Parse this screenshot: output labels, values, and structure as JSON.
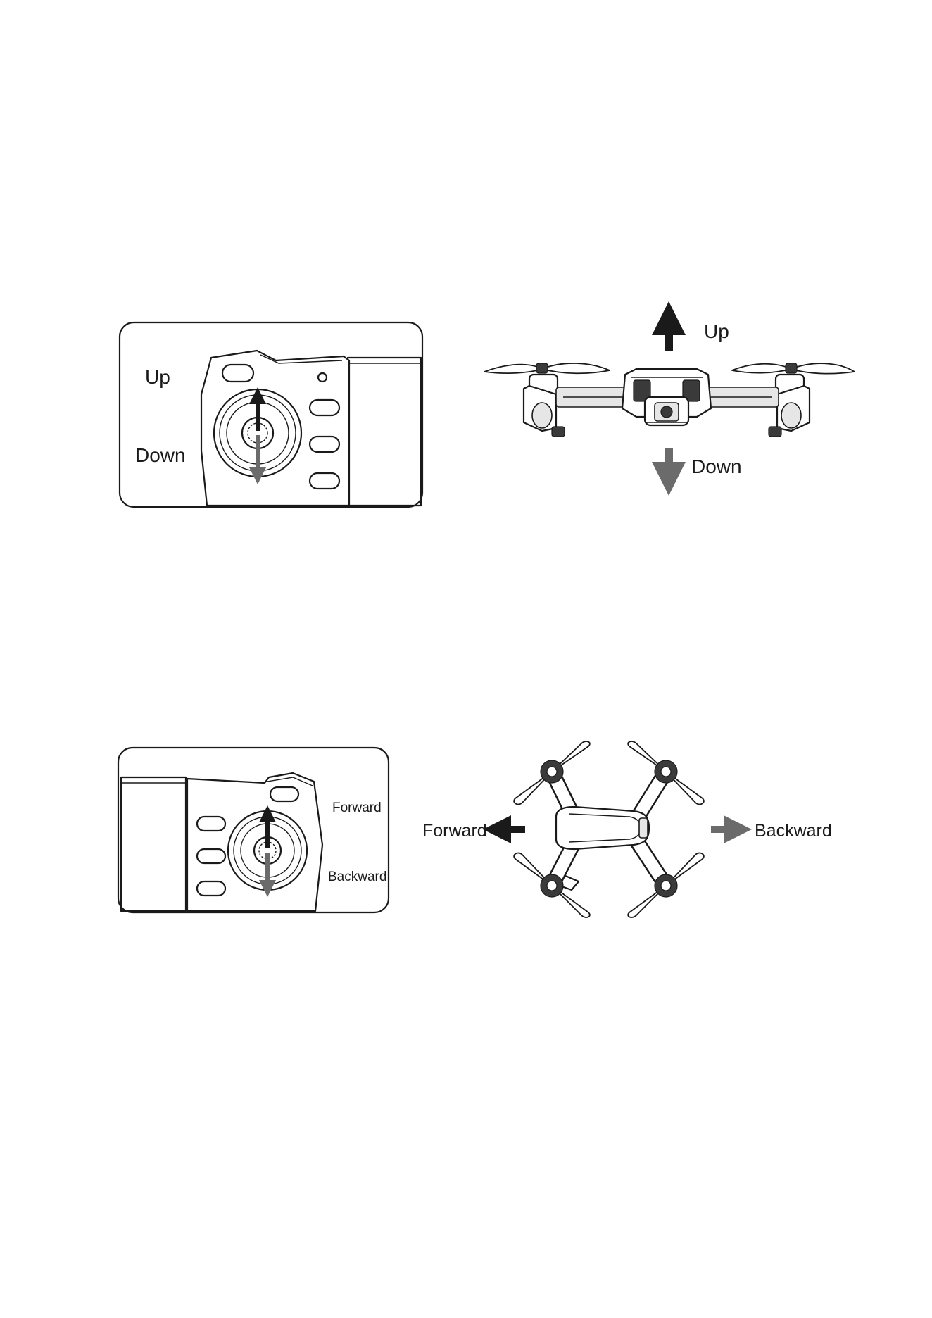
{
  "sections": [
    {
      "id": "throttle",
      "controller_labels": {
        "top": "Up",
        "bottom": "Down"
      },
      "drone_labels": {
        "top": "Up",
        "bottom": "Down"
      }
    },
    {
      "id": "pitch",
      "controller_labels": {
        "top": "Forward",
        "bottom": "Backward"
      },
      "drone_labels": {
        "left": "Forward",
        "right": "Backward"
      }
    }
  ],
  "colors": {
    "arrow_primary": "#1a1a1a",
    "arrow_secondary": "#6b6b6b",
    "line": "#1a1a1a"
  }
}
